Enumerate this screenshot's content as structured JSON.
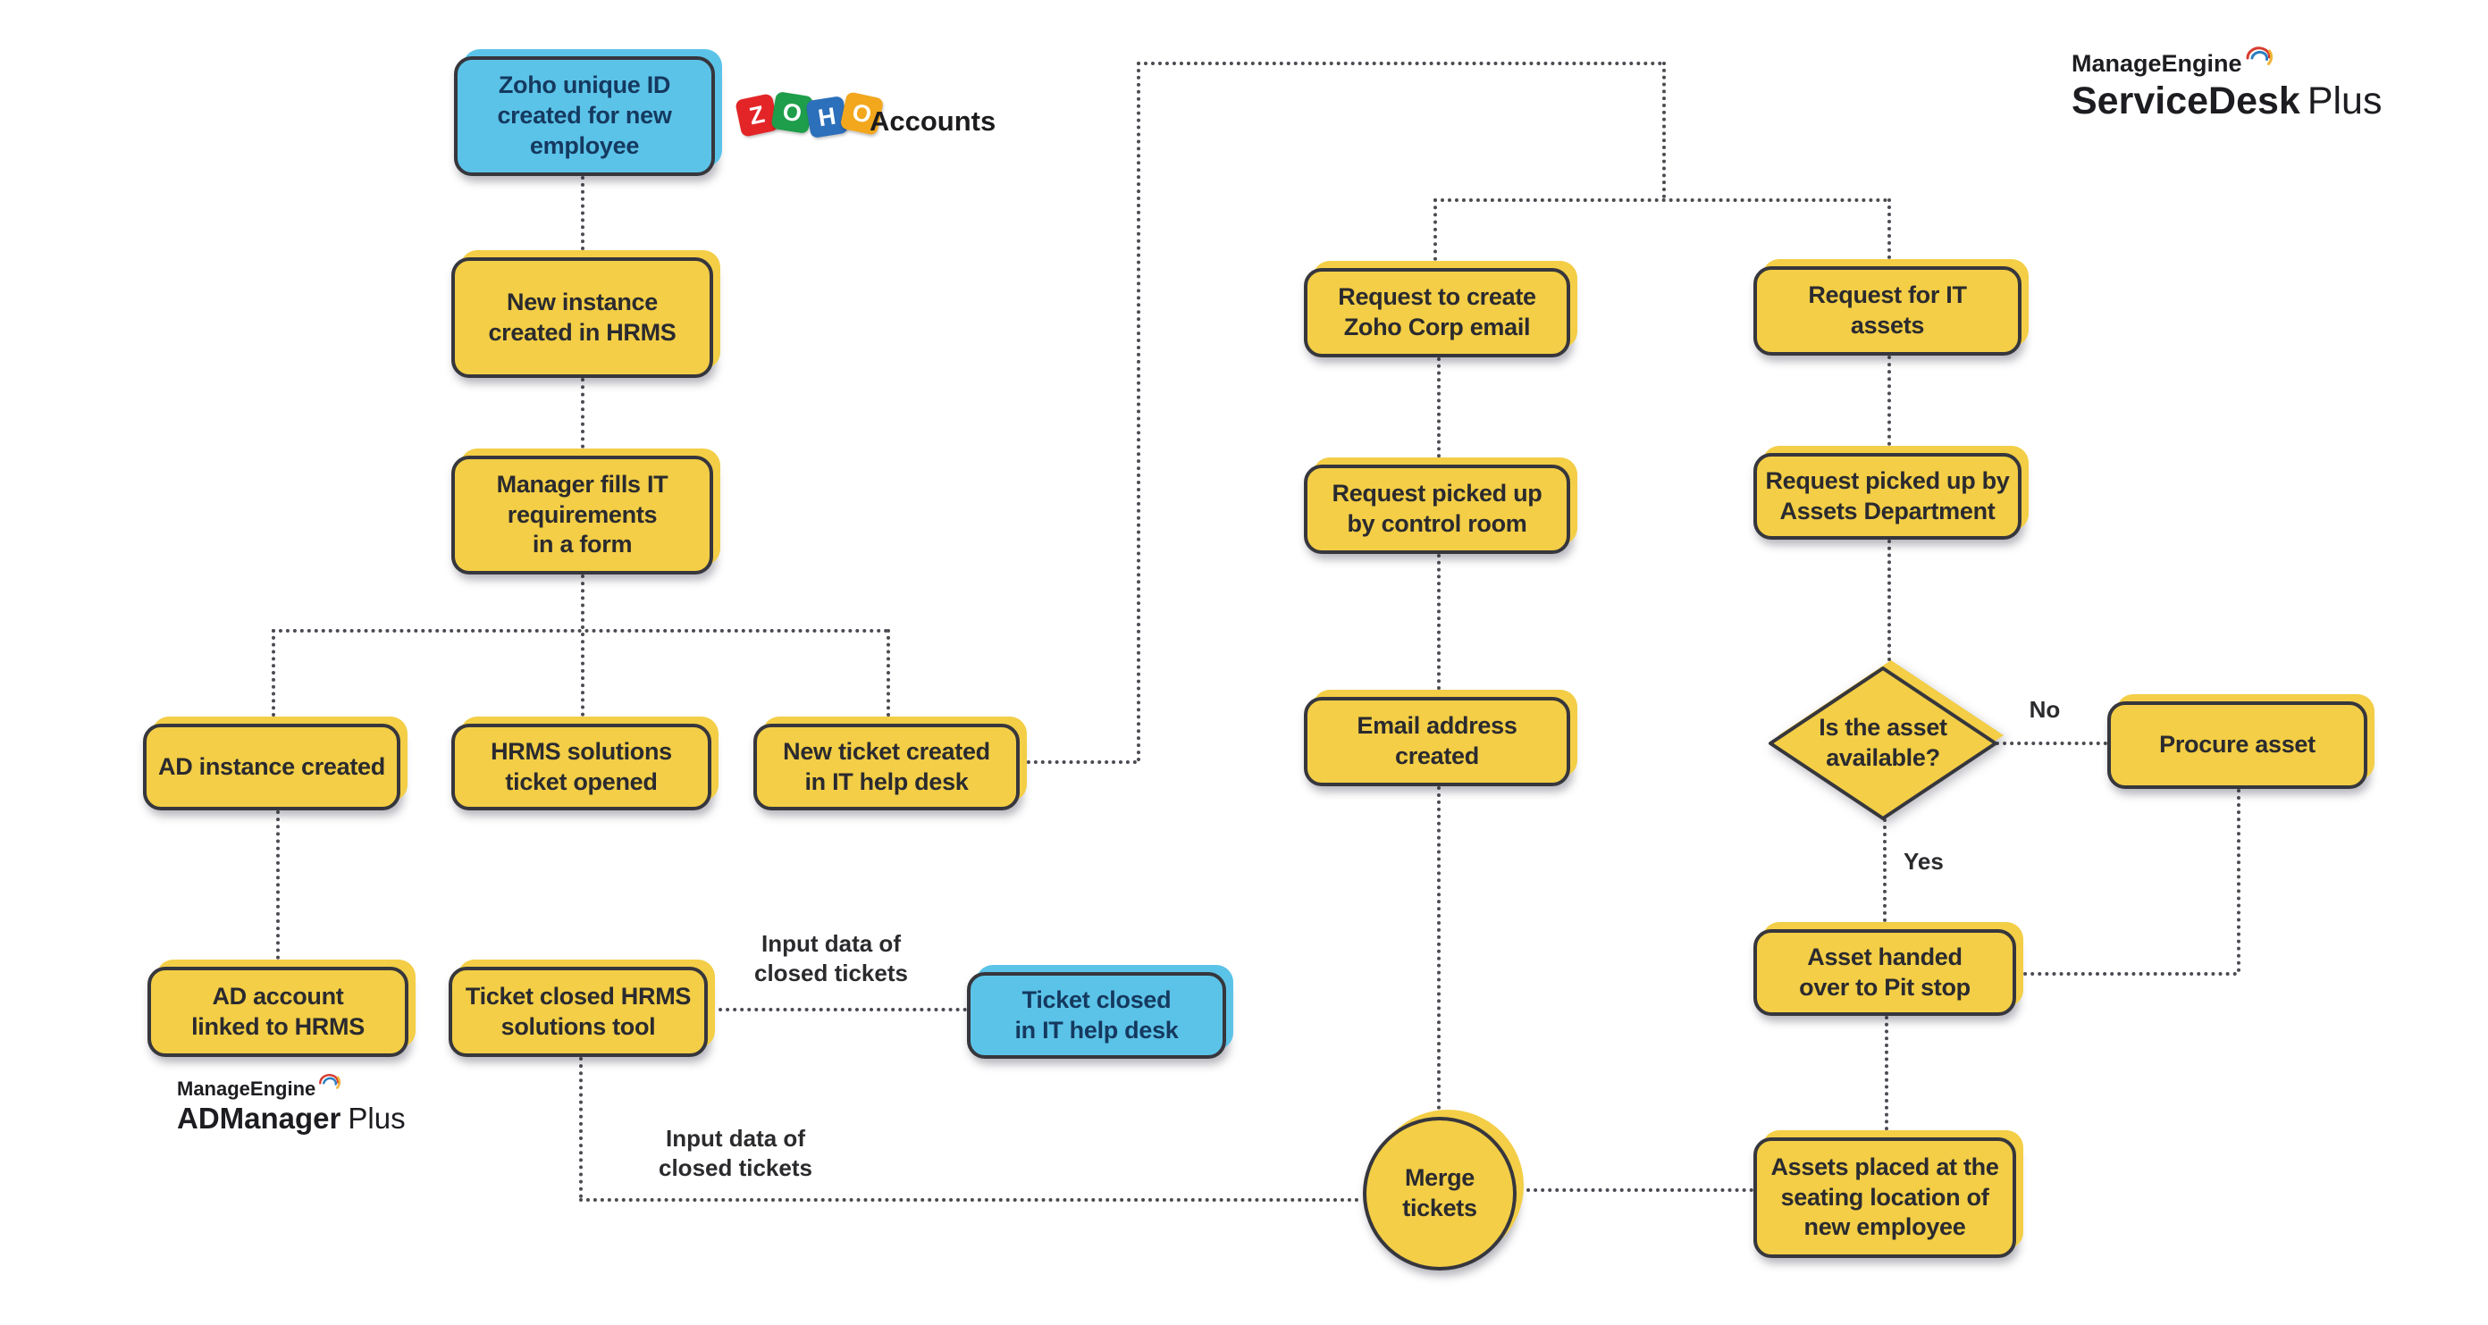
{
  "colors": {
    "node_yellow": "#F3CE46",
    "node_blue": "#5CC3E8",
    "node_border": "#36363d",
    "connector_gray": "#4b4b52",
    "zoho_tile_red": "#E42527",
    "zoho_tile_green": "#1E9E4A",
    "zoho_tile_blue": "#2C6FBB",
    "zoho_tile_orange": "#F2A71D"
  },
  "logos": {
    "zoho": {
      "letters": [
        "Z",
        "O",
        "H",
        "O"
      ],
      "label": "Accounts"
    },
    "servicedesk": {
      "brand": "ManageEngine",
      "product": "ServiceDesk",
      "edition": "Plus"
    },
    "admanager": {
      "brand": "ManageEngine",
      "product": "ADManager",
      "edition": "Plus"
    }
  },
  "nodes": {
    "zoho_id": {
      "text": "Zoho unique ID\ncreated for new\nemployee"
    },
    "new_instance": {
      "text": "New instance\ncreated in HRMS"
    },
    "manager_form": {
      "text": "Manager fills IT\nrequirements\nin a form"
    },
    "ad_instance": {
      "text": "AD instance created"
    },
    "hrms_ticket": {
      "text": "HRMS solutions\nticket opened"
    },
    "new_ticket_helpdesk": {
      "text": "New ticket created\nin IT help desk"
    },
    "ad_account": {
      "text": "AD account\nlinked to HRMS"
    },
    "ticket_closed_hrms": {
      "text": "Ticket closed HRMS\nsolutions tool"
    },
    "ticket_closed_helpdesk": {
      "text": "Ticket closed\nin IT help desk"
    },
    "request_email": {
      "text": "Request to create\nZoho Corp email"
    },
    "request_control_room": {
      "text": "Request picked up\nby control room"
    },
    "email_created": {
      "text": "Email address\ncreated"
    },
    "request_it_assets": {
      "text": "Request for IT\nassets"
    },
    "request_assets_dept": {
      "text": "Request picked up by\nAssets Department"
    },
    "asset_available": {
      "text": "Is the asset\navailable?"
    },
    "procure_asset": {
      "text": "Procure asset"
    },
    "asset_pit_stop": {
      "text": "Asset handed\nover to Pit stop"
    },
    "assets_placed": {
      "text": "Assets placed at the\nseating location of\nnew employee"
    },
    "merge_tickets": {
      "text": "Merge\ntickets"
    }
  },
  "edge_labels": {
    "no": "No",
    "yes": "Yes",
    "input_data_top": "Input data of\nclosed tickets",
    "input_data_bottom": "Input data of\nclosed tickets"
  }
}
